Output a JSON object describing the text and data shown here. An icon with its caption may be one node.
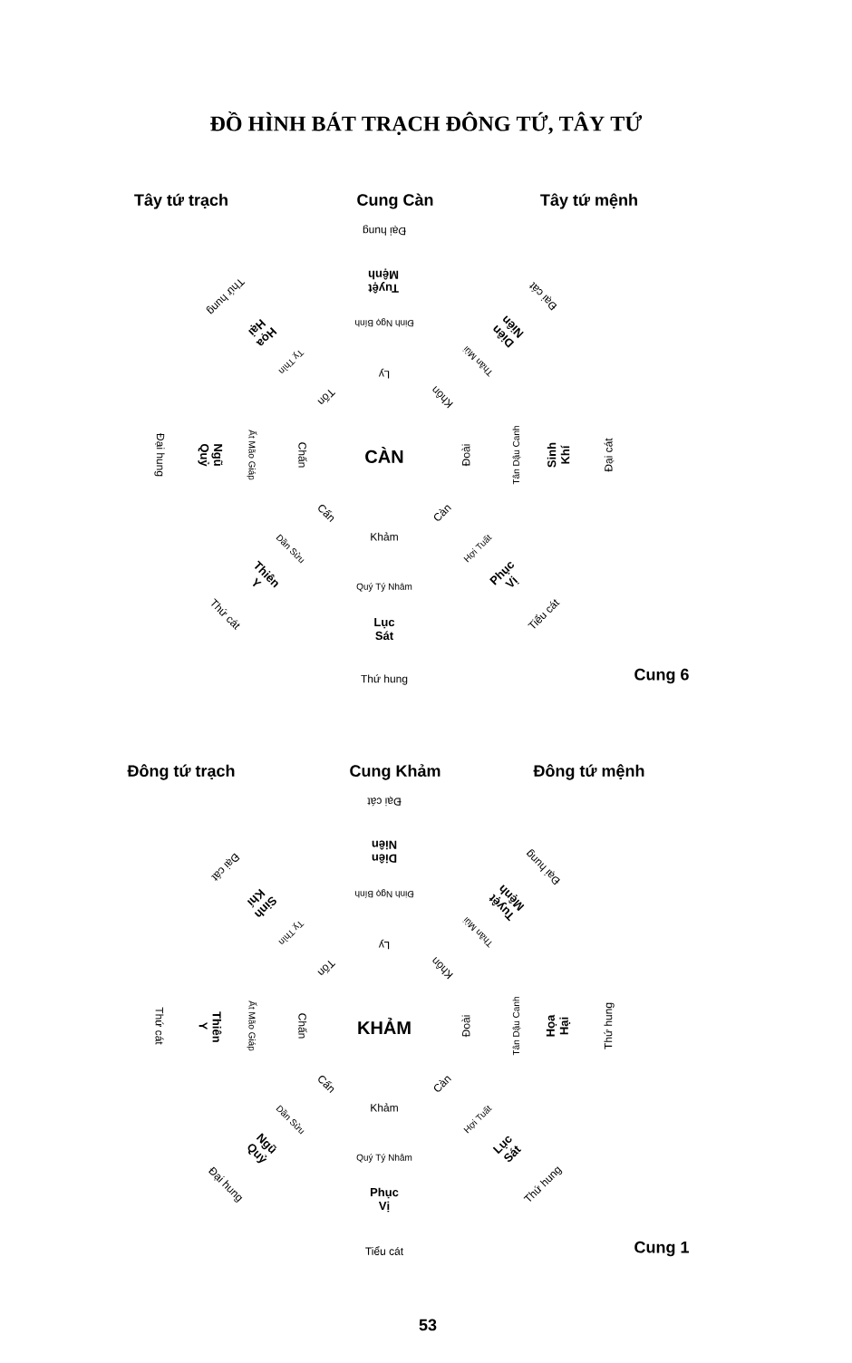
{
  "diagram": {
    "title": "ĐỒ HÌNH BÁT TRẠCH ĐÔNG TỨ, TÂY TỨ",
    "labels": [
      "Tây tứ trạch",
      "Cung Càn",
      "Tây tứ mệnh",
      "Ly",
      "Đinh Ngọ Bính",
      "Tuyệt Mệnh",
      "Đại hung",
      "Khôn",
      "Thân Mùi",
      "Diên Niên",
      "Đại cát",
      "Đoài",
      "Tân Dậu Canh",
      "Sinh Khí",
      "Đại cát",
      "Càn",
      "Hợi Tuất",
      "Phục Vị",
      "Tiểu cát",
      "Khảm",
      "Quý Tý Nhâm",
      "Lục Sát",
      "Thứ hung",
      "Cấn",
      "Dần Sửu",
      "Thiên Y",
      "Thứ cát",
      "Đại hung",
      "Ngũ Quỷ",
      "Ất Mão Giáp",
      "Chấn",
      "Tốn",
      "Tỵ Thìn",
      "Họa Hại",
      "Thứ hung",
      "CÀN",
      "Cung 6",
      "Đông tứ trạch",
      "Cung Khảm",
      "Đông tứ mệnh",
      "Ly",
      "Đinh Ngọ Bính",
      "Diên Niên",
      "Đại cát",
      "Khôn",
      "Thân Mùi",
      "Tuyệt Mệnh",
      "Đại hung",
      "Đoài",
      "Tân Dậu Canh",
      "Họa Hại",
      "Thứ hung",
      "Càn",
      "Hợi Tuất",
      "Lục Sát",
      "Thứ hung",
      "Khảm",
      "Quý Tý Nhâm",
      "Phục Vị",
      "Tiểu cát",
      "Cấn",
      "Dần Sửu",
      "Ngũ Quỷ",
      "Đại hung",
      "Thứ cát",
      "Thiên Y",
      "Ất Mão Giáp",
      "Chấn",
      "Tốn",
      "Tỵ Thìn",
      "Sinh Khí",
      "Đại cát",
      "KHẢM",
      "Cung 1",
      "53"
    ]
  }
}
